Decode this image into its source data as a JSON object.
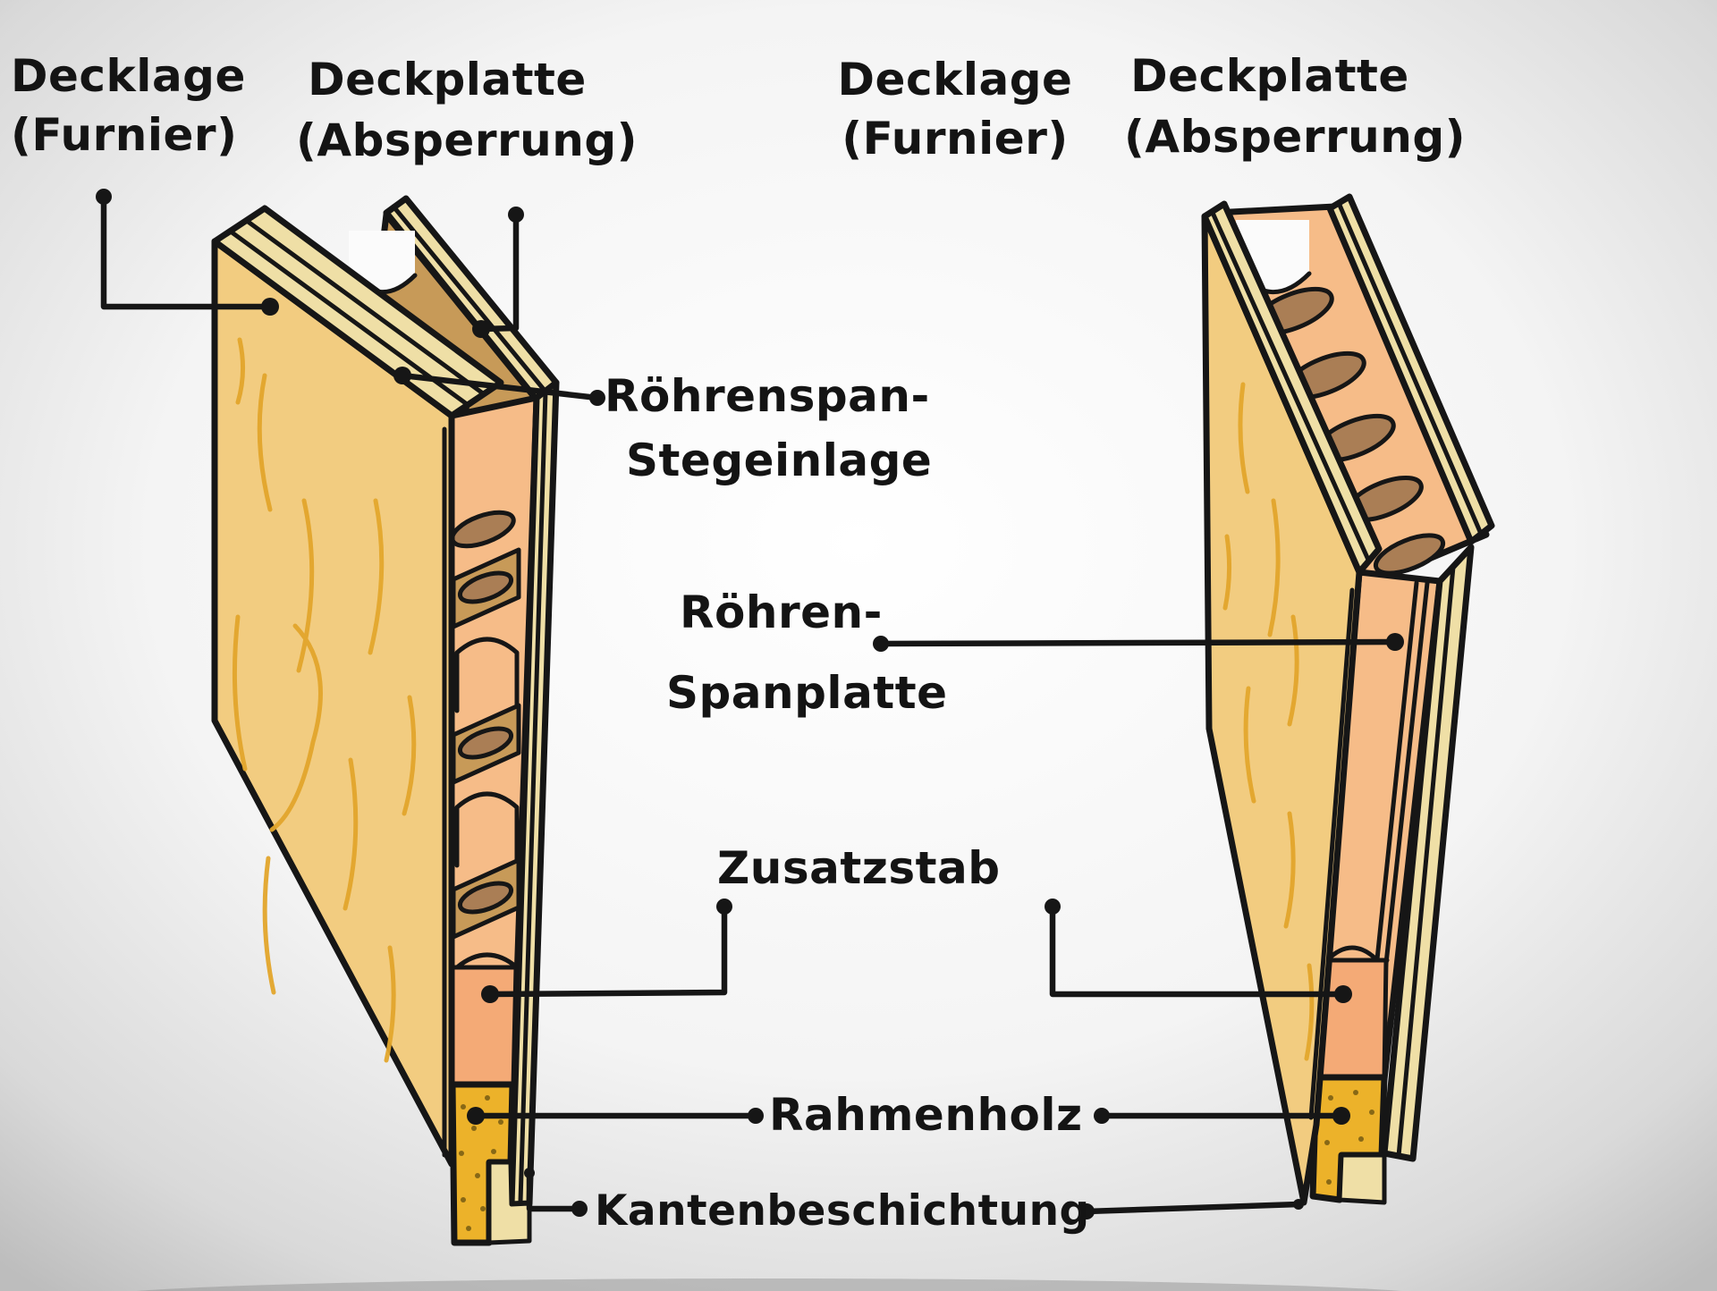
{
  "labels": {
    "decklage_left": {
      "line1": "Decklage",
      "line2": "(Furnier)"
    },
    "deckplatte_left": {
      "line1": "Deckplatte",
      "line2": "(Absperrung)"
    },
    "decklage_right": {
      "line1": "Decklage",
      "line2": "(Furnier)"
    },
    "deckplatte_right": {
      "line1": "Deckplatte",
      "line2": "(Absperrung)"
    },
    "roehrenspan_stegeinlage": {
      "line1": "Röhrenspan-",
      "line2": "Stegeinlage"
    },
    "roehren_spanplatte": {
      "line1": "Röhren-",
      "line2": "Spanplatte"
    },
    "zusatzstab": {
      "text": "Zusatzstab"
    },
    "rahmenholz": {
      "text": "Rahmenholz"
    },
    "kantenbeschichtung": {
      "text": "Kantenbeschichtung"
    }
  },
  "colors": {
    "wood_face": "#f2cc80",
    "wood_grain": "#e3a62c",
    "strip_light": "#efdfa6",
    "plate_brown": "#c79a58",
    "core_orange": "#f6bc88",
    "tube_brown": "#aa7e55",
    "zusatz_orange": "#f4aa76",
    "frame_gold": "#ecb22a",
    "outline": "#161616",
    "background_center": "#ffffff",
    "background_edge": "#bdbdbd"
  }
}
